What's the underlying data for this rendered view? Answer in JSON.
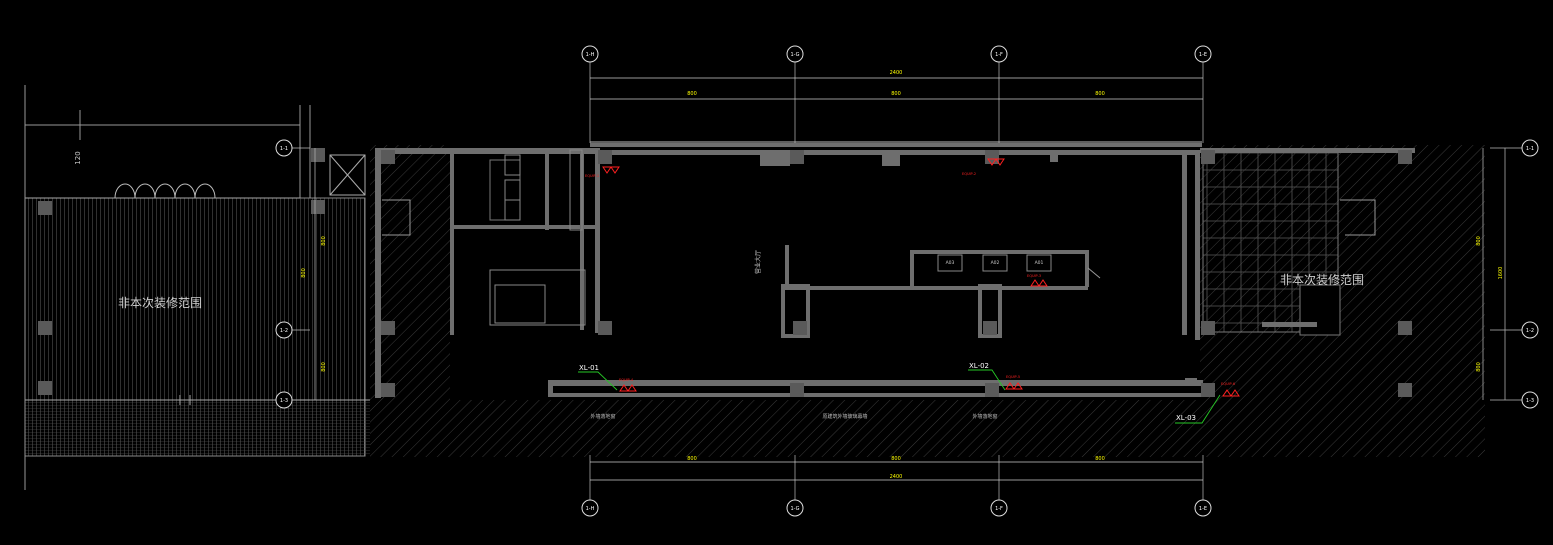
{
  "colors": {
    "background": "#000000",
    "wall": "#6e6e6e",
    "column": "#5a5a5a",
    "line": "#d9d9d9",
    "hatch": "#2e2e2e",
    "marker": "#ff2020",
    "leader": "#26c826",
    "dim_text": "#ffff00",
    "label": "#ffffff"
  },
  "grid_top": [
    "1-H",
    "1-G",
    "1-F",
    "1-E"
  ],
  "grid_bottom": [
    "1-H",
    "1-G",
    "1-F",
    "1-E"
  ],
  "grid_left": [
    "1-1",
    "1-2",
    "1-3"
  ],
  "grid_right": [
    "1-1",
    "1-2",
    "1-3"
  ],
  "dims": {
    "top_total": "2400",
    "top_segments": [
      "800",
      "800",
      "800"
    ],
    "bottom_segments": [
      "800",
      "800",
      "800"
    ],
    "bottom_total": "2400",
    "left_vertical": "120",
    "left_segments": [
      "800",
      "800"
    ],
    "right_total": "1600",
    "right_segments": [
      "800",
      "800"
    ]
  },
  "labels": {
    "left_area": "非本次装修范围",
    "right_area": "非本次装修范围",
    "hall_note": "营业大厅",
    "bottom_note_1": "外墙落地窗",
    "bottom_note_2": "原建筑外墙玻璃幕墙",
    "bottom_note_3": "外墙落地窗"
  },
  "callouts": [
    {
      "tag": "XL-01"
    },
    {
      "tag": "XL-02"
    },
    {
      "tag": "XL-03"
    }
  ],
  "counter_labels": [
    "A03",
    "A02",
    "A01"
  ],
  "equipment_tags": [
    "EQUIP-1",
    "EQUIP-2",
    "EQUIP-3",
    "EQUIP-4",
    "EQUIP-5",
    "EQUIP-6"
  ]
}
